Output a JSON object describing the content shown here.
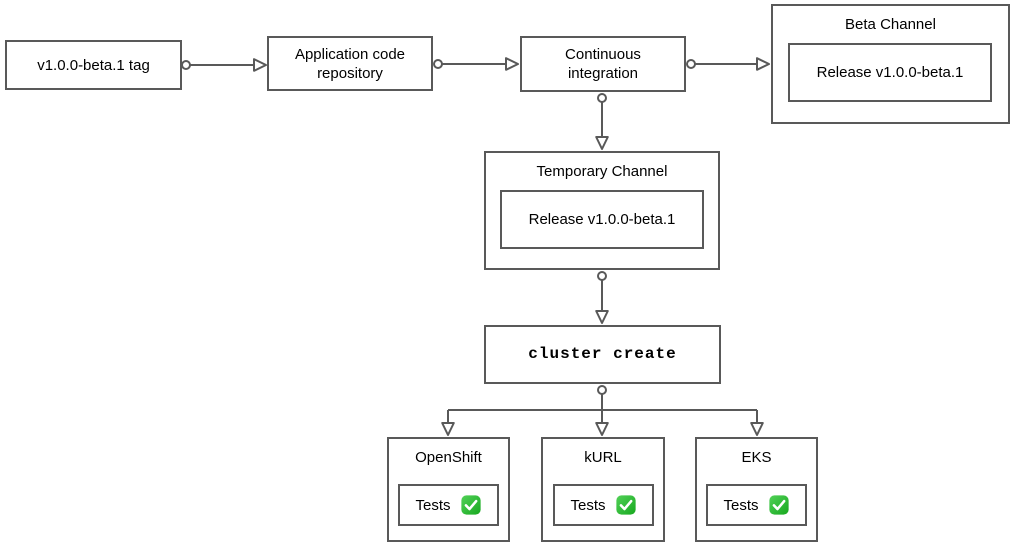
{
  "colors": {
    "background": "#ffffff",
    "border": "#595959",
    "text": "#000000",
    "check_green_light": "#52d158",
    "check_green_dark": "#17a81f",
    "check_mark": "#ffffff"
  },
  "nodes": {
    "tag": {
      "label": "v1.0.0-beta.1 tag"
    },
    "repository": {
      "label": "Application code repository"
    },
    "ci": {
      "label": "Continuous integration"
    },
    "beta_channel": {
      "title": "Beta Channel",
      "release_label": "Release v1.0.0-beta.1"
    },
    "temporary_channel": {
      "title": "Temporary Channel",
      "release_label": "Release v1.0.0-beta.1"
    },
    "cluster_create": {
      "label": "cluster create"
    },
    "platforms": [
      {
        "name": "OpenShift",
        "tests_label": "Tests",
        "status_icon": "check-mark-button"
      },
      {
        "name": "kURL",
        "tests_label": "Tests",
        "status_icon": "check-mark-button"
      },
      {
        "name": "EKS",
        "tests_label": "Tests",
        "status_icon": "check-mark-button"
      }
    ]
  },
  "edges": [
    {
      "from": "tag",
      "to": "repository"
    },
    {
      "from": "repository",
      "to": "ci"
    },
    {
      "from": "ci",
      "to": "beta_channel"
    },
    {
      "from": "ci",
      "to": "temporary_channel"
    },
    {
      "from": "temporary_channel",
      "to": "cluster_create"
    },
    {
      "from": "cluster_create",
      "to": "OpenShift"
    },
    {
      "from": "cluster_create",
      "to": "kURL"
    },
    {
      "from": "cluster_create",
      "to": "EKS"
    }
  ]
}
